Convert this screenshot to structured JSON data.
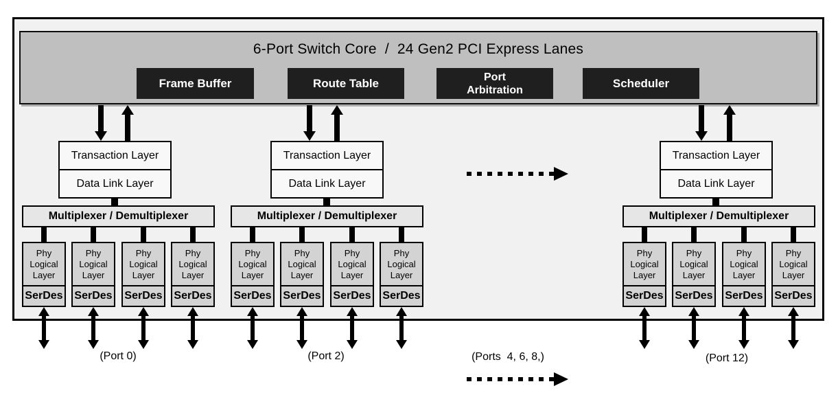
{
  "diagram": {
    "title": "6-Port Switch Core  /  24 Gen2 PCI Express Lanes",
    "core_blocks": {
      "frame_buffer": "Frame Buffer",
      "route_table": "Route Table",
      "port_arbitration": "Port\nArbitration",
      "scheduler": "Scheduler"
    },
    "layer_labels": {
      "transaction": "Transaction Layer",
      "data_link": "Data Link Layer",
      "mux": "Multiplexer / Demultiplexer",
      "phy": "Phy\nLogical\nLayer",
      "serdes": "SerDes"
    },
    "port_captions": {
      "port0": "(Port 0)",
      "port2": "(Port 2)",
      "ports_hidden": "(Ports  4, 6, 8,)",
      "port12": "(Port 12)"
    },
    "icons": {
      "down_arrow": "solid-triangle-down-arrow",
      "up_arrow": "solid-triangle-up-arrow",
      "bidirectional_arrow": "double-headed-vertical-arrow",
      "dotted_arrow": "dotted-horizontal-arrow-right"
    },
    "colors": {
      "outer_bg": "#f1f1f1",
      "core_bar_bg": "#bfbfbf",
      "core_block_bg": "#1f1f1f",
      "core_block_text": "#ffffff",
      "layer_box_bg": "#f8f8f8",
      "mux_bg": "#e6e6e6",
      "phy_bg": "#d3d3d3",
      "line": "#000000"
    }
  }
}
